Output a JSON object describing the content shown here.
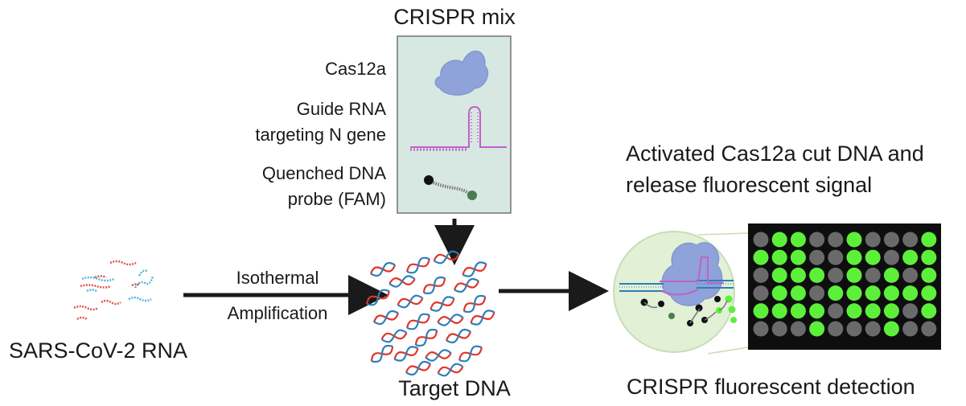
{
  "mix": {
    "title": "CRISPR mix",
    "cas12a": "Cas12a",
    "guide_line1": "Guide RNA",
    "guide_line2": "targeting N gene",
    "probe_line1": "Quenched DNA",
    "probe_line2": "probe (FAM)"
  },
  "input": {
    "label": "SARS-CoV-2 RNA"
  },
  "step": {
    "line1": "Isothermal",
    "line2": "Amplification"
  },
  "target": {
    "label": "Target DNA"
  },
  "detection": {
    "heading_line1": "Activated Cas12a cut DNA and",
    "heading_line2": "release fluorescent signal",
    "caption": "CRISPR fluorescent detection"
  },
  "plate": {
    "columns": 10,
    "lit_color": "#5df03a",
    "dark_color": "#6a6a6a",
    "rows": [
      [
        0,
        1,
        1,
        0,
        0,
        1,
        0,
        0,
        0,
        1
      ],
      [
        1,
        1,
        1,
        0,
        0,
        1,
        1,
        0,
        1,
        1
      ],
      [
        0,
        1,
        1,
        1,
        0,
        1,
        0,
        1,
        0,
        1
      ],
      [
        0,
        1,
        1,
        0,
        1,
        1,
        1,
        1,
        1,
        1
      ],
      [
        1,
        1,
        1,
        1,
        0,
        1,
        1,
        1,
        0,
        1
      ],
      [
        0,
        0,
        0,
        1,
        0,
        0,
        0,
        1,
        0,
        0
      ]
    ]
  },
  "colors": {
    "mix_box": "#d7e8e2",
    "cas_protein": "#8fa2d9",
    "guide_rna": "#c061c9",
    "dna_red": "#e0342b",
    "dna_blue": "#2c7fb8",
    "rna_red": "#e2524a",
    "rna_blue": "#52b6dd",
    "fam_green": "#4a7d4f",
    "arrow": "#1a1a1a",
    "zoom_circle": "#e2f0d6"
  }
}
